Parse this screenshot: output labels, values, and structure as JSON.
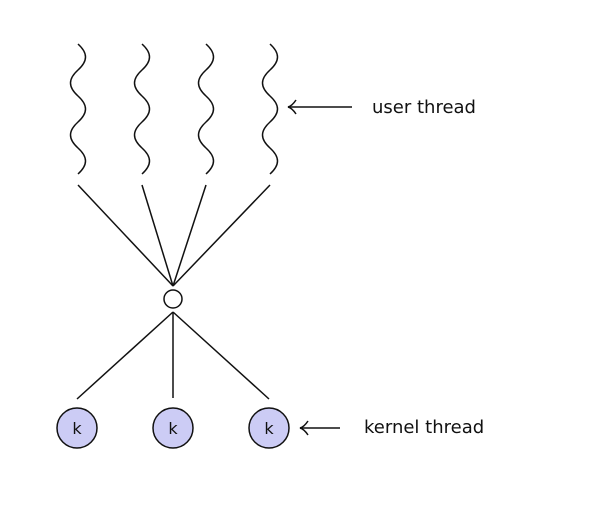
{
  "diagram": {
    "user_thread_label": "user thread",
    "kernel_thread_label": "kernel thread",
    "kernel_node_label": "k",
    "kernel_fill_color": "#ccccf5",
    "stroke_color": "#111111"
  }
}
